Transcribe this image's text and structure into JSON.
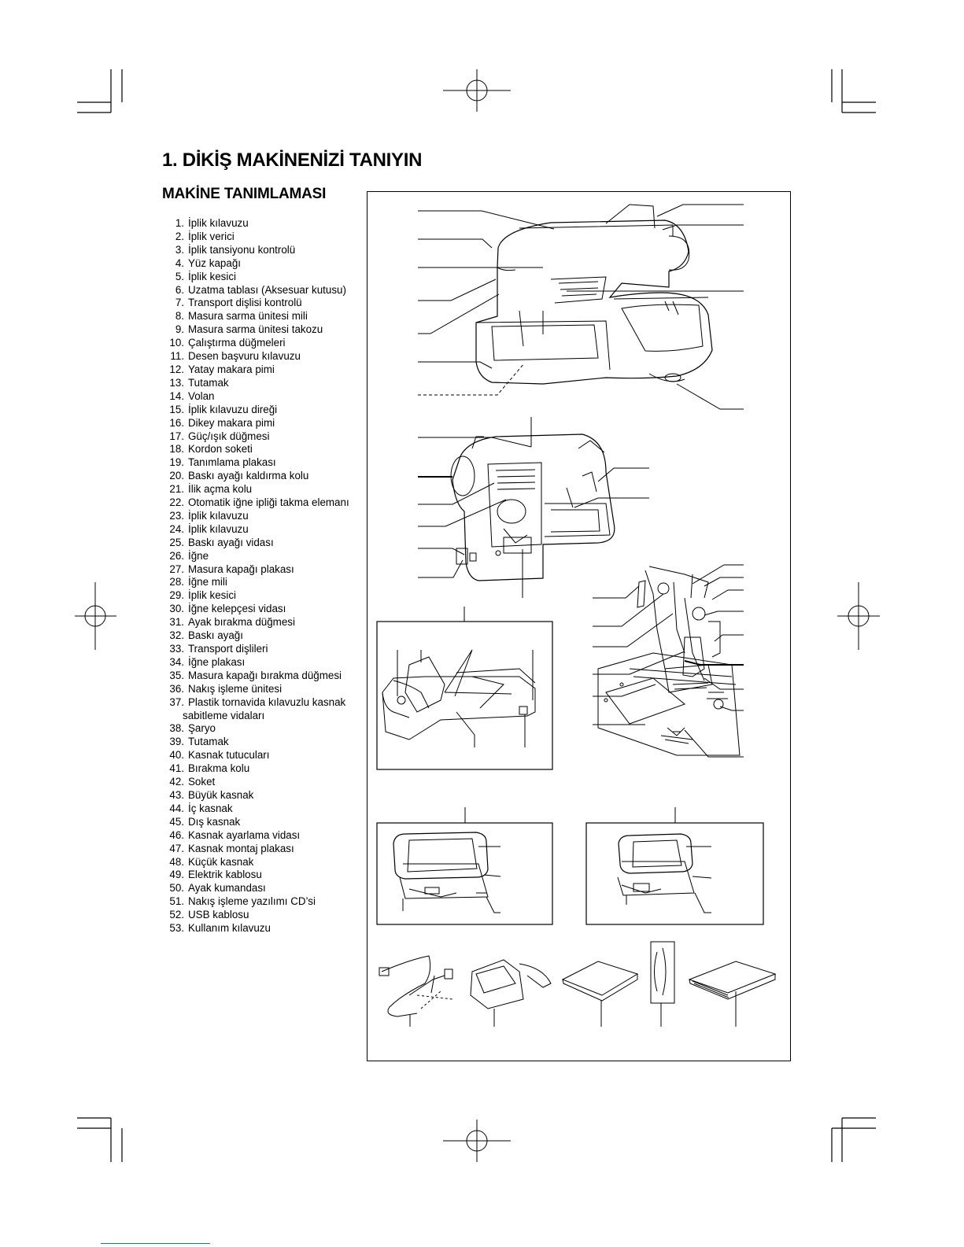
{
  "heading": "1.  DİKİŞ MAKİNENİZİ TANIYIN",
  "subheading": "MAKİNE TANIMLAMASI",
  "parts": [
    {
      "n": "1.",
      "t": "İplik kılavuzu"
    },
    {
      "n": "2.",
      "t": "İplik verici"
    },
    {
      "n": "3.",
      "t": "İplik tansiyonu kontrolü"
    },
    {
      "n": "4.",
      "t": "Yüz kapağı"
    },
    {
      "n": "5.",
      "t": "İplik kesici"
    },
    {
      "n": "6.",
      "t": "Uzatma tablası (Aksesuar kutusu)"
    },
    {
      "n": "7.",
      "t": "Transport dişlisi kontrolü"
    },
    {
      "n": "8.",
      "t": "Masura sarma ünitesi mili"
    },
    {
      "n": "9.",
      "t": "Masura sarma ünitesi takozu"
    },
    {
      "n": "10.",
      "t": "Çalıştırma düğmeleri"
    },
    {
      "n": "11.",
      "t": "Desen başvuru kılavuzu"
    },
    {
      "n": "12.",
      "t": "Yatay makara pimi"
    },
    {
      "n": "13.",
      "t": "Tutamak"
    },
    {
      "n": "14.",
      "t": "Volan"
    },
    {
      "n": "15.",
      "t": "İplik kılavuzu direği"
    },
    {
      "n": "16.",
      "t": "Dikey makara pimi"
    },
    {
      "n": "17.",
      "t": "Güç/ışık düğmesi"
    },
    {
      "n": "18.",
      "t": "Kordon soketi"
    },
    {
      "n": "19.",
      "t": "Tanımlama plakası"
    },
    {
      "n": "20.",
      "t": "Baskı ayağı kaldırma kolu"
    },
    {
      "n": "21.",
      "t": "İlik açma kolu"
    },
    {
      "n": "22.",
      "t": "Otomatik iğne ipliği takma elemanı"
    },
    {
      "n": "23.",
      "t": "İplik kılavuzu"
    },
    {
      "n": "24.",
      "t": "İplik kılavuzu"
    },
    {
      "n": "25.",
      "t": "Baskı ayağı vidası"
    },
    {
      "n": "26.",
      "t": "İğne"
    },
    {
      "n": "27.",
      "t": "Masura kapağı plakası"
    },
    {
      "n": "28.",
      "t": "İğne mili"
    },
    {
      "n": "29.",
      "t": "İplik kesici"
    },
    {
      "n": "30.",
      "t": "İğne kelepçesi vidası"
    },
    {
      "n": "31.",
      "t": "Ayak bırakma düğmesi"
    },
    {
      "n": "32.",
      "t": "Baskı ayağı"
    },
    {
      "n": "33.",
      "t": "Transport dişlileri"
    },
    {
      "n": "34.",
      "t": "İğne plakası"
    },
    {
      "n": "35.",
      "t": "Masura kapağı bırakma düğmesi"
    },
    {
      "n": "36.",
      "t": "Nakış işleme ünitesi"
    },
    {
      "n": "37.",
      "t": "Plastik tornavida kılavuzlu kasnak"
    },
    {
      "n": "",
      "t": "sabitleme vidaları"
    },
    {
      "n": "38.",
      "t": "Şaryo"
    },
    {
      "n": "39.",
      "t": "Tutamak"
    },
    {
      "n": "40.",
      "t": "Kasnak tutucuları"
    },
    {
      "n": "41.",
      "t": "Bırakma kolu"
    },
    {
      "n": "42.",
      "t": "Soket"
    },
    {
      "n": "43.",
      "t": "Büyük kasnak"
    },
    {
      "n": "44.",
      "t": "İç kasnak"
    },
    {
      "n": "45.",
      "t": "Dış kasnak"
    },
    {
      "n": "46.",
      "t": "Kasnak ayarlama vidası"
    },
    {
      "n": "47.",
      "t": "Kasnak montaj plakası"
    },
    {
      "n": "48.",
      "t": "Küçük kasnak"
    },
    {
      "n": "49.",
      "t": "Elektrik kablosu"
    },
    {
      "n": "50.",
      "t": "Ayak kumandası"
    },
    {
      "n": "51.",
      "t": "Nakış işleme yazılımı CD’si"
    },
    {
      "n": "52.",
      "t": "USB kablosu"
    },
    {
      "n": "53.",
      "t": "Kullanım kılavuzu"
    }
  ]
}
